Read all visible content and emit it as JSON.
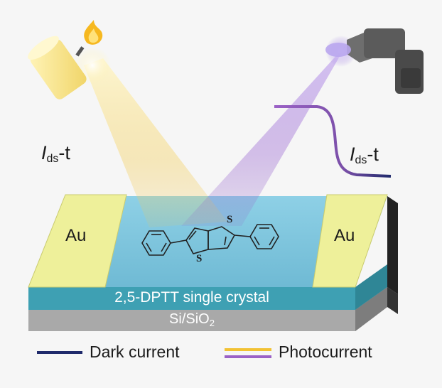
{
  "labels": {
    "ids_left": {
      "italic": "I",
      "sub": "ds",
      "suffix": "-t"
    },
    "ids_right": {
      "italic": "I",
      "sub": "ds",
      "suffix": "-t"
    },
    "electrode_left": "Au",
    "electrode_right": "Au",
    "crystal_layer": "2,5-DPTT single crystal",
    "substrate": {
      "base": "Si/SiO",
      "sub": "2"
    },
    "sulfur_top": "S",
    "sulfur_bottom": "S"
  },
  "legend": {
    "dark": "Dark current",
    "photo": "Photocurrent"
  },
  "colors": {
    "dark_current": "#1f2a6b",
    "photocurrent_yellow": "#f2c233",
    "photocurrent_purple": "#9b62c6",
    "gold_electrode": "#eef09a",
    "crystal_top": "#8fd0e6",
    "crystal_side": "#3ea3b4",
    "substrate": "#a7a7a7"
  },
  "icons": [
    "candle-icon",
    "flame-icon",
    "uv-lamp-icon"
  ]
}
